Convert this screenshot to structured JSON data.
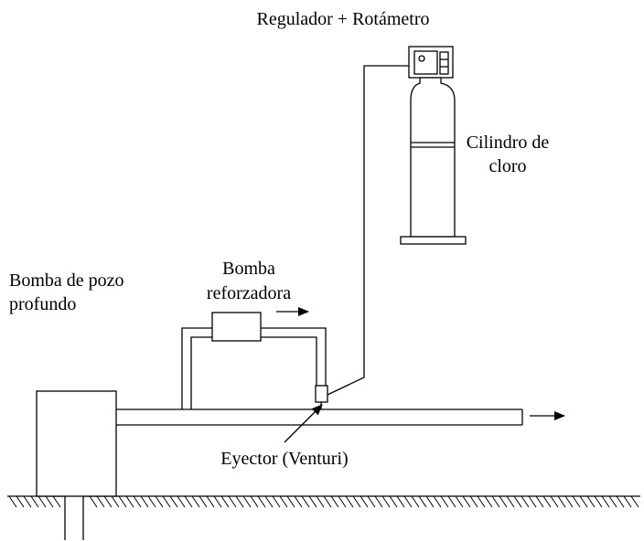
{
  "labels": {
    "regulator": "Regulador + Rotámetro",
    "cylinder_line1": "Cilindro de",
    "cylinder_line2": "cloro",
    "booster_line1": "Bomba",
    "booster_line2": "reforzadora",
    "well_pump_line1": "Bomba de pozo",
    "well_pump_line2": "profundo",
    "ejector": "Eyector (Venturi)"
  },
  "colors": {
    "stroke": "#000000",
    "background": "#ffffff"
  }
}
